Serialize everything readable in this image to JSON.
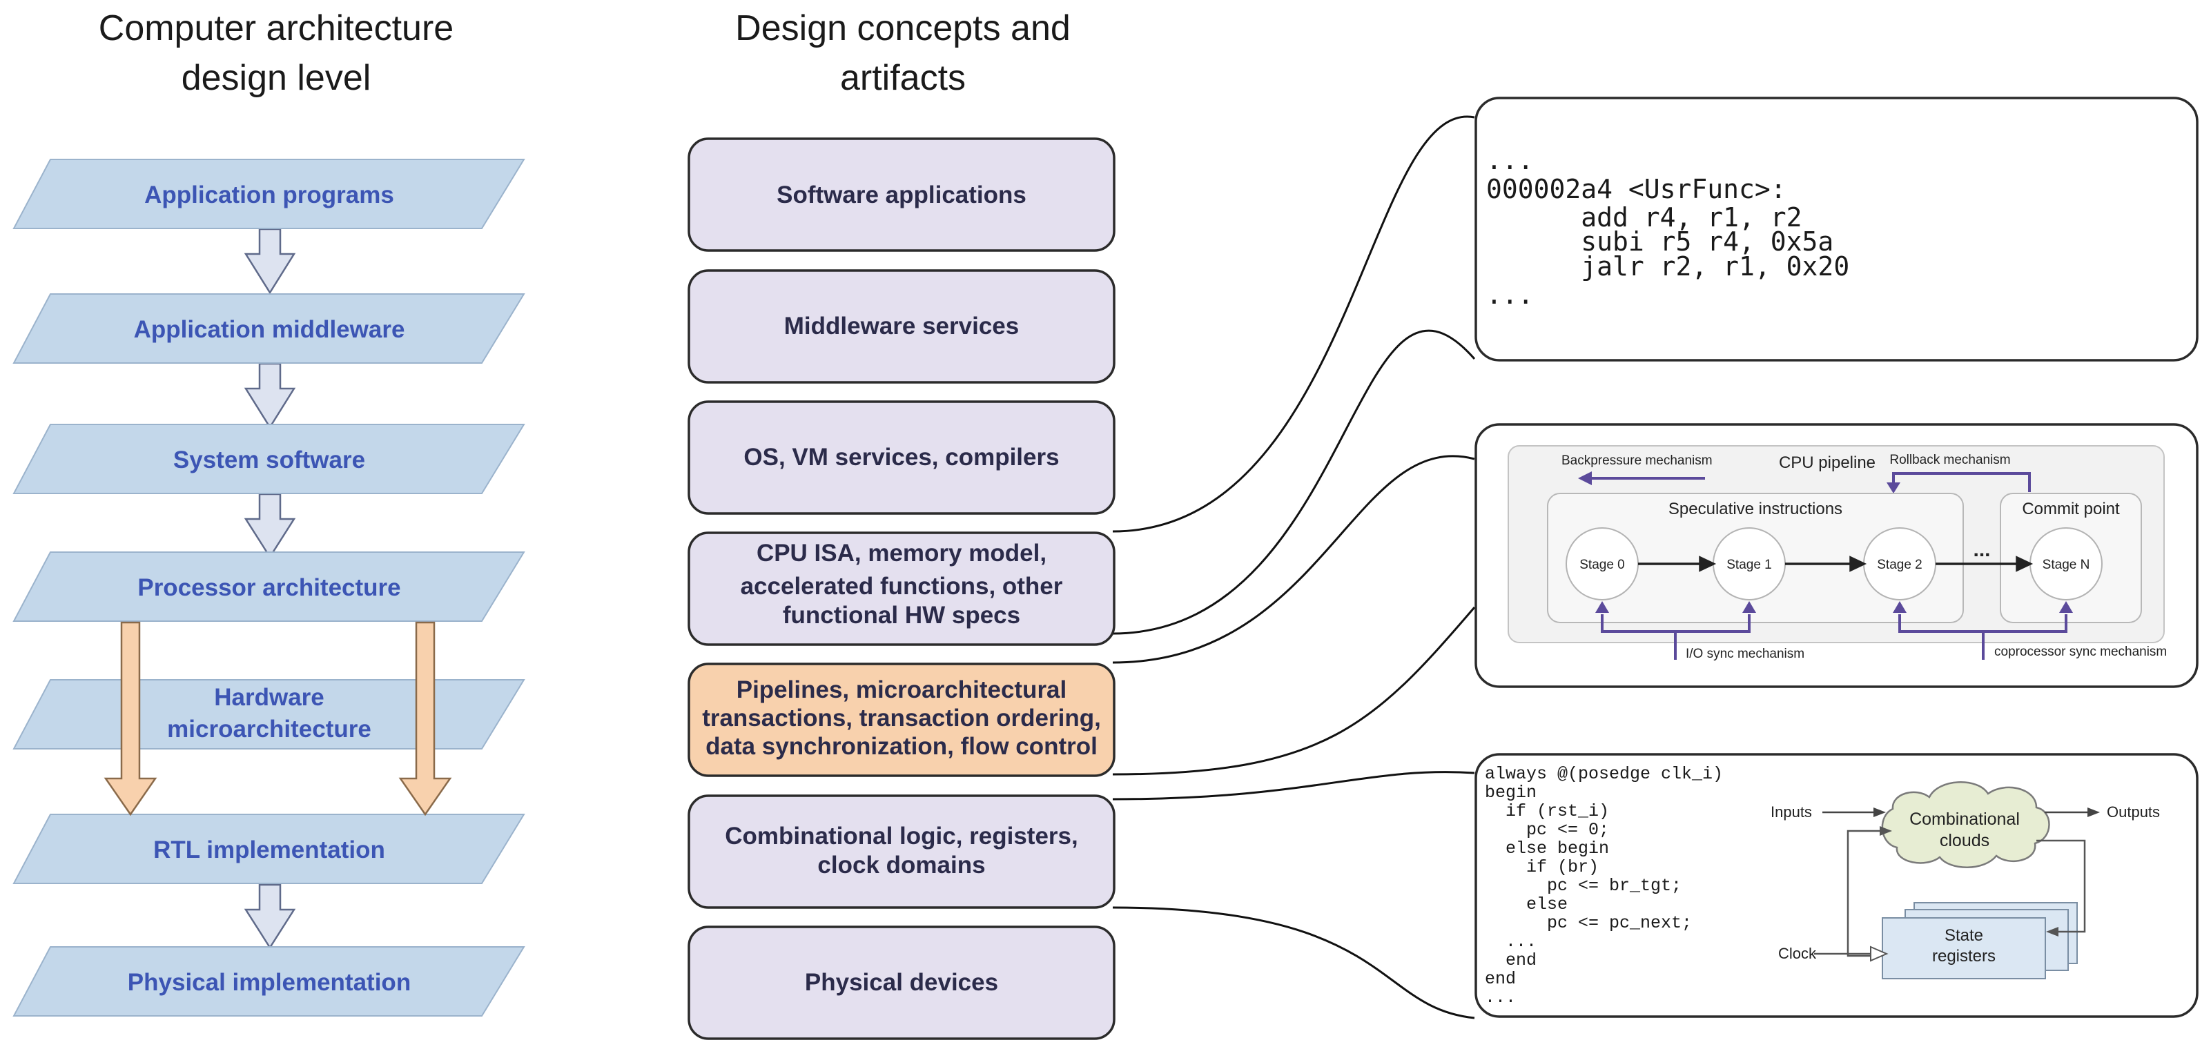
{
  "headings": {
    "levels_line1": "Computer architecture",
    "levels_line2": "design level",
    "concepts_line1": "Design concepts and",
    "concepts_line2": "artifacts"
  },
  "levels": [
    {
      "label": "Application programs"
    },
    {
      "label": "Application middleware"
    },
    {
      "label": "System software"
    },
    {
      "label": "Processor architecture"
    },
    {
      "label_line1": "Hardware",
      "label_line2": "microarchitecture"
    },
    {
      "label": "RTL implementation"
    },
    {
      "label": "Physical implementation"
    }
  ],
  "concepts": [
    {
      "lines": [
        "Software applications"
      ]
    },
    {
      "lines": [
        "Middleware services"
      ]
    },
    {
      "lines": [
        "OS, VM services, compilers"
      ]
    },
    {
      "lines": [
        "CPU ISA, memory model,",
        "accelerated functions, other",
        "functional HW specs"
      ]
    },
    {
      "lines": [
        "Pipelines, microarchitectural",
        "transactions, transaction ordering,",
        "data synchronization, flow control"
      ],
      "highlighted": true
    },
    {
      "lines": [
        "Combinational logic, registers,",
        "clock domains"
      ]
    },
    {
      "lines": [
        "Physical devices"
      ]
    }
  ],
  "isa_code": [
    "...",
    "000002a4 <UsrFunc>:",
    "      add r4, r1, r2",
    "      subi r5 r4, 0x5a",
    "      jalr r2, r1, 0x20",
    "..."
  ],
  "pipeline": {
    "title": "CPU pipeline",
    "backpressure": "Backpressure mechanism",
    "rollback": "Rollback mechanism",
    "speculative": "Speculative instructions",
    "commit": "Commit point",
    "stages": [
      "Stage 0",
      "Stage 1",
      "Stage 2",
      "Stage N"
    ],
    "ellipsis": "...",
    "io_sync": "I/O sync mechanism",
    "coproc_sync": "coprocessor sync mechanism"
  },
  "rtl_code": [
    "always @(posedge clk_i)",
    "begin",
    "  if (rst_i)",
    "    pc <= 0;",
    "  else begin",
    "    if (br)",
    "      pc <= br_tgt;",
    "    else",
    "      pc <= pc_next;",
    "  ...",
    "  end",
    "end",
    "..."
  ],
  "rtl_diagram": {
    "inputs": "Inputs",
    "outputs": "Outputs",
    "clouds_line1": "Combinational",
    "clouds_line2": "clouds",
    "regs_line1": "State",
    "regs_line2": "registers",
    "clock": "Clock"
  },
  "colors": {
    "level_fill": "#c3d7ea",
    "level_text": "#3c55b4",
    "concept_fill": "#e4e0ef",
    "concept_highlight": "#f8d1ad",
    "arrow_fill": "#dde3f0",
    "long_arrow_fill": "#f8d1ad",
    "pipeline_accent": "#5b4a9b"
  }
}
